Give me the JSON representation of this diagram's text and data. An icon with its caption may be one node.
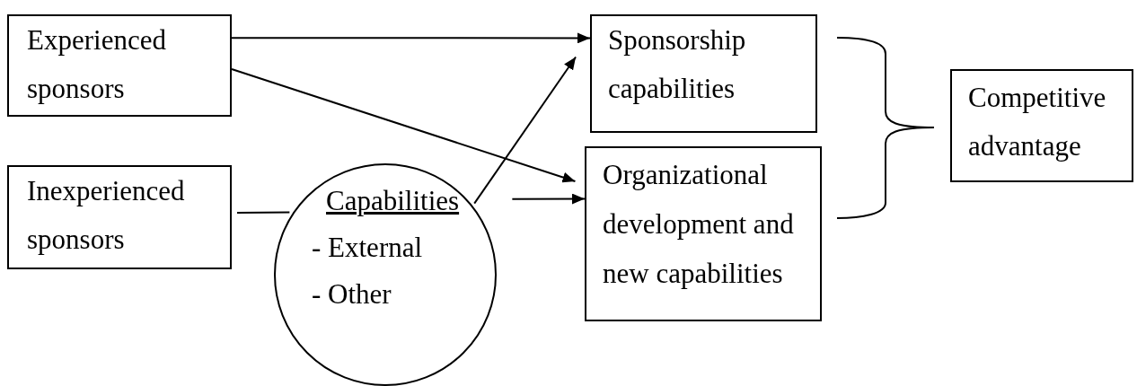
{
  "diagram": {
    "nodes": [
      {
        "text": [
          "Experienced sponsors"
        ]
      },
      {
        "text": [
          "Inexperienced sponsors"
        ]
      },
      {
        "text": [
          "Capabilities",
          "- External",
          "- Other"
        ]
      },
      {
        "text": [
          "Sponsorship capabilities"
        ]
      },
      {
        "text": [
          "Organizational development and new capabilities"
        ]
      },
      {
        "text": [
          "Competitive advantage"
        ]
      }
    ],
    "edges": [
      {
        "from": 0,
        "to": 3,
        "arrow": "to"
      },
      {
        "from": 0,
        "to": 4,
        "arrow": "to"
      },
      {
        "from": 2,
        "to": 3,
        "arrow": "to"
      },
      {
        "from": 2,
        "to": 4,
        "arrow": "to"
      },
      {
        "from": 1,
        "to": 2,
        "arrow": "none"
      }
    ]
  }
}
